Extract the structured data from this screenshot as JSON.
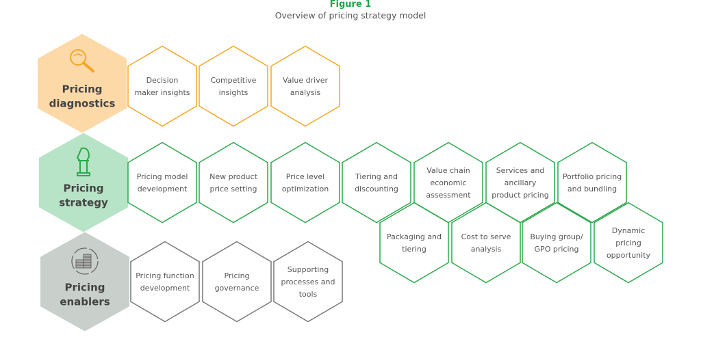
{
  "figure_label": "Figure 1",
  "title": "Overview of pricing strategy model",
  "colors": {
    "orange": "#f5a623",
    "orange_fill": "#fdd9a8",
    "green": "#2aa84a",
    "green_fill": "#b7e3c6",
    "gray": "#777777",
    "gray_fill": "#c9cfcb"
  },
  "categories": [
    {
      "label": [
        "Pricing",
        "diagnostics"
      ],
      "icon": "magnifier-icon",
      "theme": "orange",
      "items": [
        [
          "Decision",
          "maker insights"
        ],
        [
          "Competitive",
          "insights"
        ],
        [
          "Value driver",
          "analysis"
        ]
      ]
    },
    {
      "label": [
        "Pricing",
        "strategy"
      ],
      "icon": "chess-knight-icon",
      "theme": "green",
      "items": [
        [
          "Pricing model",
          "development"
        ],
        [
          "New product",
          "price setting"
        ],
        [
          "Price level",
          "optimization"
        ],
        [
          "Tiering and",
          "discounting"
        ],
        [
          "Value chain",
          "economic",
          "assessment"
        ],
        [
          "Services and",
          "ancillary",
          "product pricing"
        ],
        [
          "Portfolio pricing",
          "and bundling"
        ],
        [
          "Packaging and",
          "tiering"
        ],
        [
          "Cost to serve",
          "analysis"
        ],
        [
          "Buying group/",
          "GPO pricing"
        ],
        [
          "Dynamic",
          "pricing",
          "opportunity"
        ]
      ]
    },
    {
      "label": [
        "Pricing",
        "enablers"
      ],
      "icon": "coins-cycle-icon",
      "theme": "gray",
      "items": [
        [
          "Pricing function",
          "development"
        ],
        [
          "Pricing",
          "governance"
        ],
        [
          "Supporting",
          "processes and",
          "tools"
        ]
      ]
    }
  ]
}
